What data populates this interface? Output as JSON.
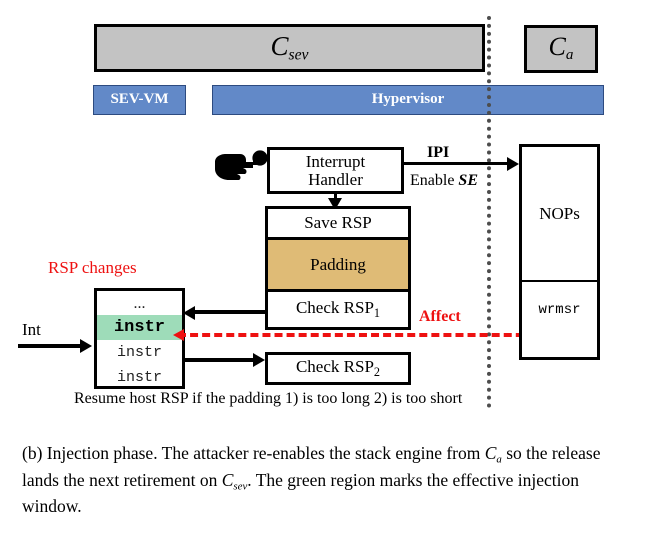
{
  "figure": {
    "contexts": {
      "victim": {
        "base": "C",
        "sub": "sev"
      },
      "attacker": {
        "base": "C",
        "sub": "a"
      }
    },
    "layer_bars": {
      "sev_vm": "SEV-VM",
      "hypervisor": "Hypervisor"
    },
    "boxes": {
      "interrupt_handler_line1": "Interrupt",
      "interrupt_handler_line2": "Handler",
      "save_rsp": "Save RSP",
      "padding": "Padding",
      "check_rsp_1_text": "Check RSP",
      "check_rsp_1_sub": "1",
      "check_rsp_2_text": "Check RSP",
      "check_rsp_2_sub": "2",
      "nops": "NOPs",
      "wrmsr": "wrmsr"
    },
    "instr_box": {
      "ellipsis": "...",
      "lines": [
        "instr",
        "instr",
        "instr"
      ],
      "highlighted_index": 0
    },
    "labels": {
      "rsp_changes": "RSP changes",
      "int": "Int",
      "ipi": "IPI",
      "enable_prefix": "Enable ",
      "enable_se": "SE",
      "affect": "Affect",
      "resume_note": "Resume host RSP if the padding 1) is too long 2)  is too short"
    },
    "colors": {
      "context_bar": "#c3c3c3",
      "layer_bar": "#6289c8",
      "padding": "#dfbb76",
      "highlight_green": "#9edcb9",
      "accent_red": "#ee1111",
      "divider": "#4d4d4d"
    }
  },
  "caption": {
    "label": "(b)",
    "part1": " Injection phase. The attacker re-enables the stack engine from ",
    "ctx_a_base": "C",
    "ctx_a_sub": "a",
    "part2": " so the release lands the next retirement on ",
    "ctx_sev_base": "C",
    "ctx_sev_sub": "sev",
    "part3": ". The green region marks the effective injection window."
  }
}
